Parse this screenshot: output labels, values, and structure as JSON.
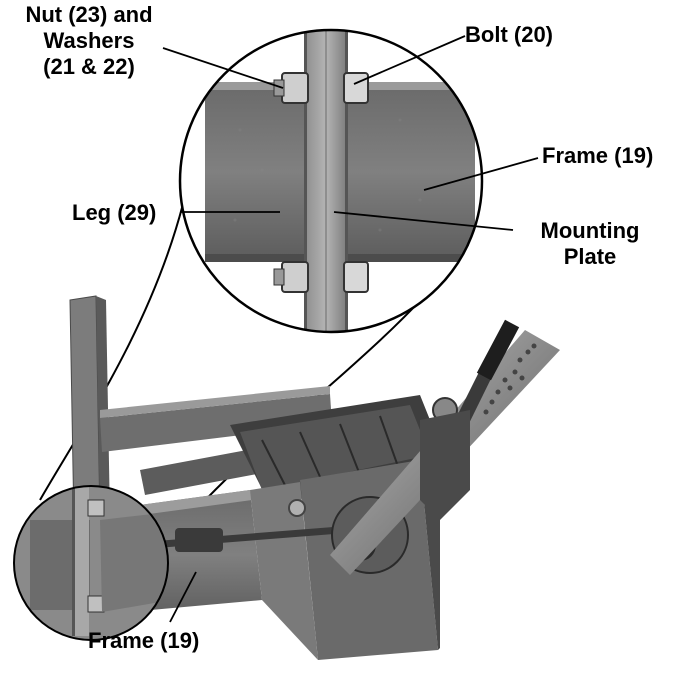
{
  "labels": {
    "nut_washers": [
      "Nut (23) and",
      "Washers",
      "(21 & 22)"
    ],
    "bolt": "Bolt (20)",
    "frame_upper": "Frame (19)",
    "leg": "Leg (29)",
    "mounting_plate": [
      "Mounting",
      "Plate"
    ],
    "frame_lower": "Frame (19)"
  },
  "colors": {
    "ink": "#000000",
    "metal_dark": "#5a5a5a",
    "metal_mid": "#767676",
    "metal_light": "#9a9a9a",
    "background": "#ffffff"
  }
}
